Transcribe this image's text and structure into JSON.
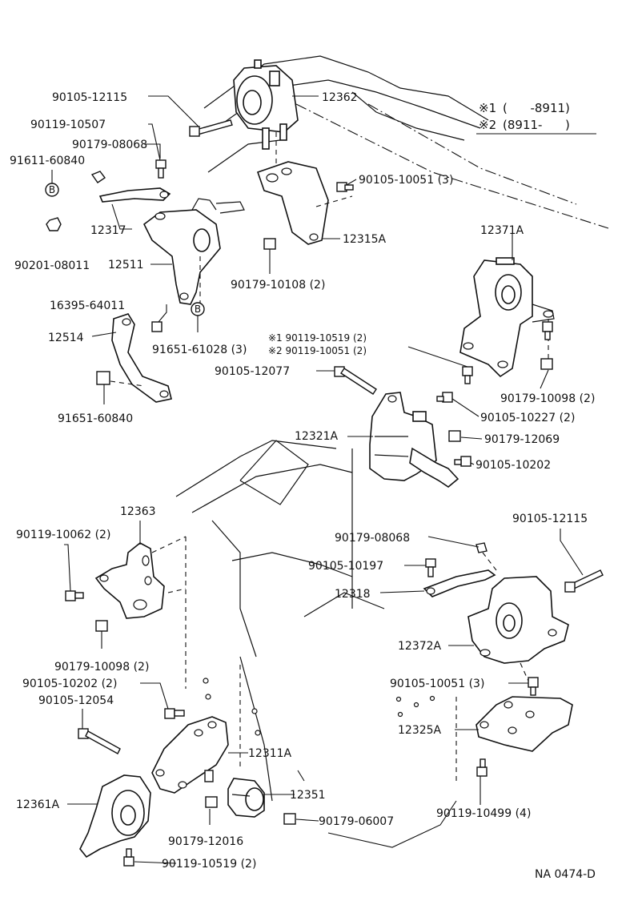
{
  "labels": {
    "p90105_12115_top": "90105-12115",
    "p12362": "12362",
    "p90119_10507": "90119-10507",
    "p90179_08068_top": "90179-08068",
    "p91611_60840": "91611-60840",
    "p90105_10051_3_top": "90105-10051 (3)",
    "p12317": "12317",
    "p12315A": "12315A",
    "p90201_08011": "90201-08011",
    "p12511": "12511",
    "p90179_10108_2": "90179-10108 (2)",
    "p12371A": "12371A",
    "p16395_64011": "16395-64011",
    "p12514": "12514",
    "p91651_61028_3": "91651-61028 (3)",
    "p90105_12077": "90105-12077",
    "p90179_10098_2_right": "90179-10098 (2)",
    "p91651_60840": "91651-60840",
    "p90105_10227_2": "90105-10227 (2)",
    "p12321A": "12321A",
    "p90179_12069": "90179-12069",
    "p90105_10202": "90105-10202",
    "p12363": "12363",
    "p90105_12115_right": "90105-12115",
    "p90119_10062_2": "90119-10062 (2)",
    "p90179_08068_mid": "90179-08068",
    "p90105_10197": "90105-10197",
    "p12318": "12318",
    "p12372A": "12372A",
    "p90179_10098_2_left": "90179-10098 (2)",
    "p90105_10202_2": "90105-10202 (2)",
    "p90105_10051_3_bot": "90105-10051 (3)",
    "p90105_12054": "90105-12054",
    "p12325A": "12325A",
    "p12311A": "12311A",
    "p12351": "12351",
    "p12361A": "12361A",
    "p90179_06007": "90179-06007",
    "p90119_10499_4": "90119-10499 (4)",
    "p90179_12016": "90179-12016",
    "p90119_10519_2": "90119-10519 (2)",
    "fig_code": "NA 0474-D",
    "note1_full": "※1 90119-10519 (2)",
    "note2_full": "※2 90119-10051 (2)",
    "bolt_marker_b": "B"
  },
  "legend": {
    "row1_mark": "※1",
    "row1_range": "(      -8911)",
    "row2_mark": "※2",
    "row2_range": "(8911-      )"
  }
}
